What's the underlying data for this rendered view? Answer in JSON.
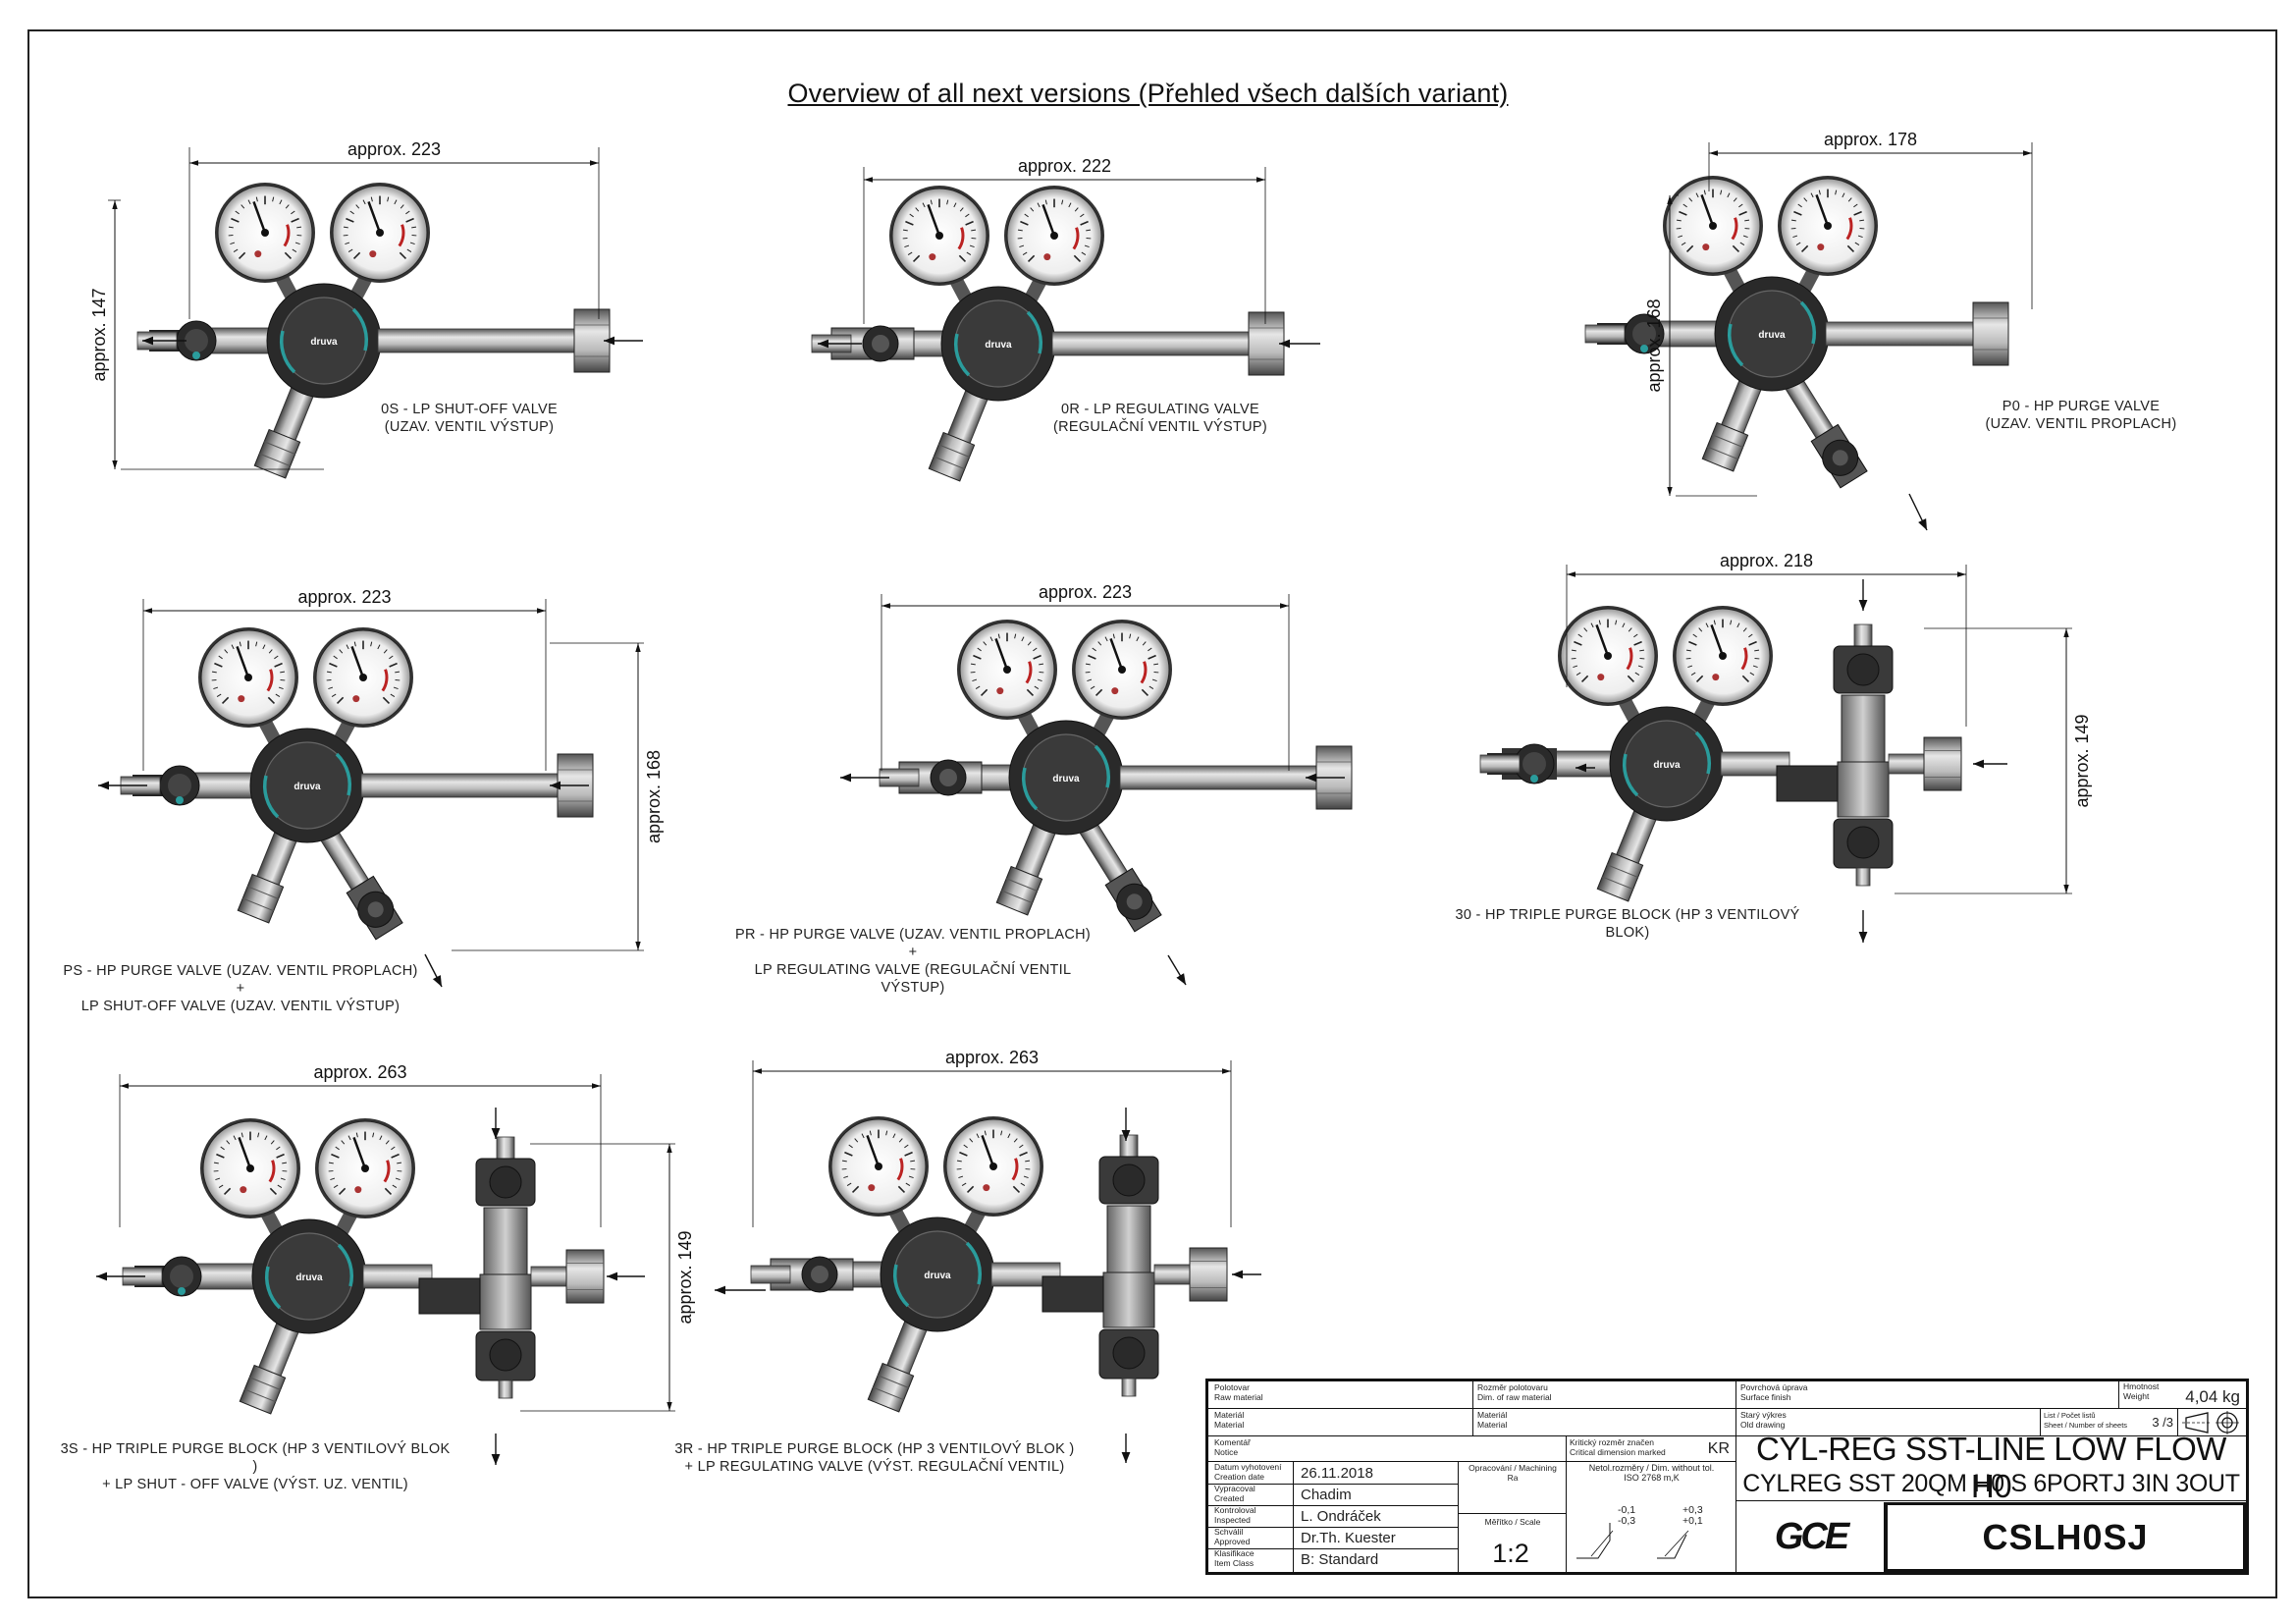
{
  "title": "Overview of all next versions (Přehled všech dalších variant)",
  "views": [
    {
      "dim_h": "approx. 223",
      "dim_v": "approx. 147",
      "label": "0S - LP SHUT-OFF VALVE\n(UZAV. VENTIL VÝSTUP)"
    },
    {
      "dim_h": "approx. 222",
      "label": "0R - LP REGULATING VALVE\n(REGULAČNÍ VENTIL VÝSTUP)"
    },
    {
      "dim_h": "approx. 178",
      "dim_v": "approx. 168",
      "label": "P0 - HP PURGE VALVE\n(UZAV. VENTIL PROPLACH)"
    },
    {
      "dim_h": "approx. 223",
      "dim_v": "approx. 168",
      "label": "PS - HP PURGE VALVE (UZAV. VENTIL PROPLACH)\n+\nLP SHUT-OFF VALVE (UZAV. VENTIL VÝSTUP)"
    },
    {
      "dim_h": "approx. 223",
      "label": "PR - HP PURGE VALVE (UZAV. VENTIL PROPLACH)\n+\nLP REGULATING VALVE (REGULAČNÍ VENTIL VÝSTUP)"
    },
    {
      "dim_h": "approx. 218",
      "dim_v": "approx. 149",
      "label": "30 - HP TRIPLE PURGE BLOCK  (HP 3 VENTILOVÝ BLOK)"
    },
    {
      "dim_h": "approx. 263",
      "dim_v": "approx. 149",
      "label": "3S - HP TRIPLE PURGE BLOCK (HP 3 VENTILOVÝ BLOK )\n+ LP SHUT - OFF VALVE (VÝST. UZ. VENTIL)"
    },
    {
      "dim_h": "approx. 263",
      "label": "3R - HP TRIPLE PURGE BLOCK (HP 3 VENTILOVÝ BLOK )\n+ LP REGULATING VALVE (VÝST. REGULAČNÍ VENTIL)"
    }
  ],
  "regulator_badge": "druva",
  "title_block": {
    "polotovar": "Polotovar\nRaw material",
    "rozmer": "Rozměr polotovaru\nDim. of raw material",
    "material_l": "Materiál\nMaterial",
    "material_r": "Materiál\nMaterial",
    "povrch": "Povrchová úprava\nSurface finish",
    "hmotnost": "Hmotnost\nWeight",
    "weight": "4,04 kg",
    "stary": "Starý výkres\nOld drawing",
    "list": "List / Počet listů\nSheet / Number of sheets",
    "sheet": "3 /3",
    "komentar": "Komentář\nNotice",
    "kriticky": "Kritický rozměr značen\nCritical dimension marked",
    "kr": "KR",
    "datum_l": "Datum vyhotovení\nCreation date",
    "datum": "26.11.2018",
    "vypracoval_l": "Vypracoval\nCreated",
    "vypracoval": "Chadim",
    "kontroloval_l": "Kontroloval\nInspected",
    "kontroloval": "L. Ondráček",
    "schvalil_l": "Schválil\nApproved",
    "schvalil": "Dr.Th. Kuester",
    "class_l": "Klasifikace\nItem Class",
    "class": "B: Standard",
    "opracovani": "Opracování / Machining\nRa",
    "meritko_l": "Měřítko / Scale",
    "scale": "1:2",
    "netol": "Netol.rozměry / Dim. without tol.\nISO 2768 m,K",
    "tol1": "-0,1\n-0,3",
    "tol2": "+0,3\n+0,1",
    "name1": "CYL-REG SST-LINE LOW FLOW H0",
    "name2": "CYLREG SST 20QM H0 S 6PORTJ 3IN 3OUT",
    "logo": "GCE",
    "code": "CSLH0SJ"
  }
}
